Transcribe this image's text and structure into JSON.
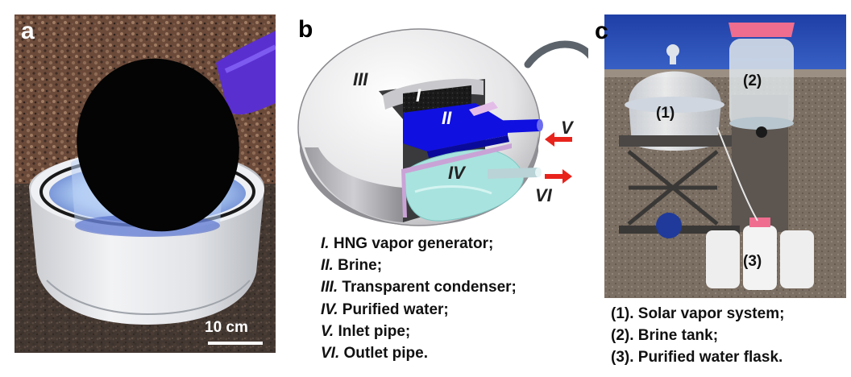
{
  "panels": {
    "a": {
      "label": "a",
      "scale_bar": "10 cm"
    },
    "b": {
      "label": "b",
      "markers": {
        "I": "I",
        "II": "II",
        "III": "III",
        "IV": "IV",
        "V": "V",
        "VI": "VI"
      },
      "legend": [
        {
          "numeral": "I.",
          "text": " HNG vapor generator;"
        },
        {
          "numeral": "II.",
          "text": " Brine;"
        },
        {
          "numeral": "III.",
          "text": " Transparent condenser;"
        },
        {
          "numeral": "IV.",
          "text": " Purified water;"
        },
        {
          "numeral": "V.",
          "text": " Inlet pipe;"
        },
        {
          "numeral": "VI.",
          "text": " Outlet pipe."
        }
      ]
    },
    "c": {
      "label": "c",
      "markers": {
        "one": "(1)",
        "two": "(2)",
        "three": "(3)"
      },
      "legend": [
        "(1). Solar vapor system;",
        "(2). Brine tank;",
        "(3). Purified water flask."
      ]
    }
  },
  "colors": {
    "brine": "#1010e0",
    "arrow": "#e8231c",
    "purified": "#a9e3df",
    "pipe": "#c9a3d6"
  }
}
